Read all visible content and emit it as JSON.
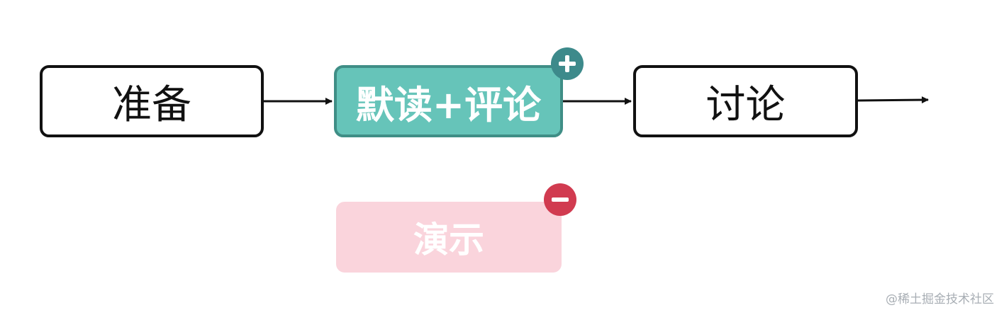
{
  "nodes": {
    "prepare": "准备",
    "read_comment": "默读+评论",
    "discuss": "讨论",
    "demo": "演示"
  },
  "badges": {
    "add": "plus-icon",
    "remove": "minus-icon"
  },
  "colors": {
    "active_fill": "#66c4b9",
    "active_border": "#3f8e86",
    "add_badge": "#3d8a8b",
    "removed_fill": "#fad4dc",
    "remove_badge": "#d13b50",
    "outline": "#111111"
  },
  "watermark": "@稀土掘金技术社区"
}
